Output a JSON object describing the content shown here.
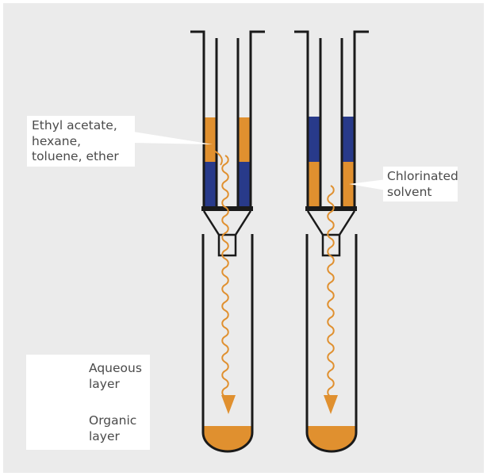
{
  "colors": {
    "aqueous": "#283a8a",
    "organic": "#e0902f",
    "line": "#1a1a1a",
    "background": "#ebebeb",
    "label_box": "#ffffff",
    "text": "#4a4a4a"
  },
  "labels": {
    "left_solvents": "Ethyl acetate,\nhexane,\ntoluene, ether",
    "right_solvent": "Chlorinated\nsolvent"
  },
  "legend": {
    "items": [
      {
        "label": "Aqueous\nlayer",
        "color": "#283a8a"
      },
      {
        "label": "Organic\nlayer",
        "color": "#e0902f"
      }
    ]
  },
  "diagram": {
    "left_column": {
      "top_layer": "organic",
      "bottom_layer": "aqueous",
      "collected_layer": "organic"
    },
    "right_column": {
      "top_layer": "aqueous",
      "bottom_layer": "organic",
      "collected_layer": "organic"
    }
  }
}
